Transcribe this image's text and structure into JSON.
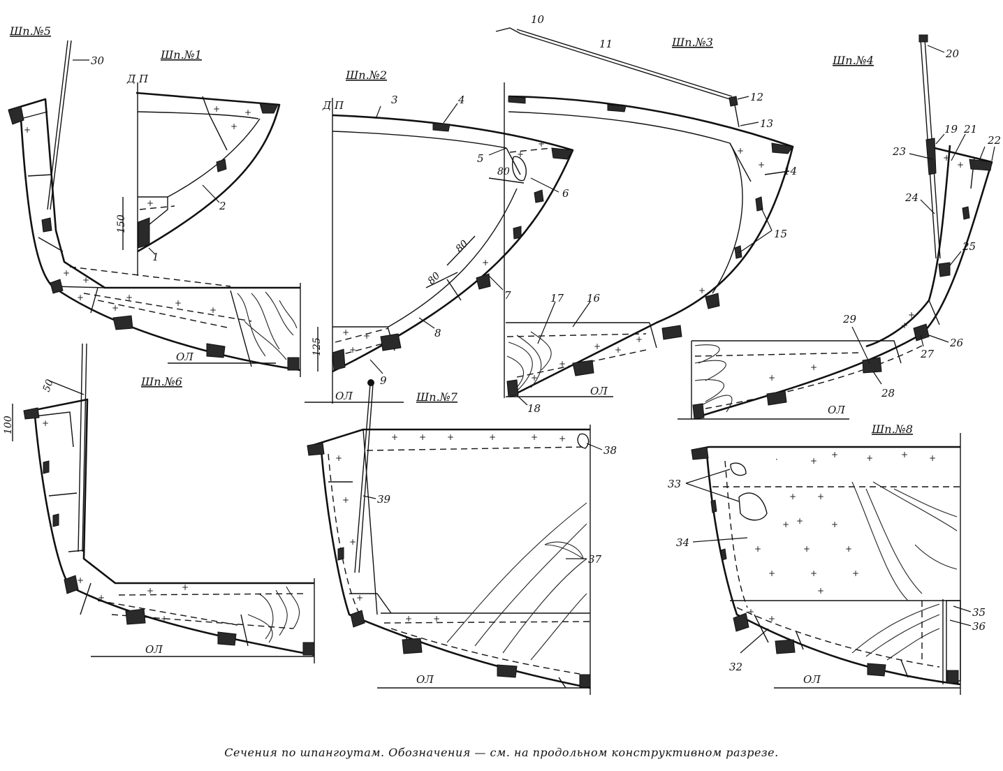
{
  "sections": {
    "s5": {
      "title": "Шп.№5",
      "ol": "ОЛ",
      "labels": [
        "30"
      ]
    },
    "s1": {
      "title": "Шп.№1",
      "dp": "Д П",
      "dim": "150",
      "labels": [
        "1",
        "2"
      ]
    },
    "s2": {
      "title": "Шп.№2",
      "dp": "Д П",
      "ol": "ОЛ",
      "dims": [
        "80",
        "80",
        "80",
        "125"
      ],
      "labels": [
        "3",
        "4",
        "5",
        "6",
        "7",
        "8",
        "9"
      ]
    },
    "s3": {
      "title": "Шп.№3",
      "ol": "ОЛ",
      "labels": [
        "10",
        "11",
        "12",
        "13",
        "14",
        "15",
        "16",
        "17",
        "18"
      ]
    },
    "s4": {
      "title": "Шп.№4",
      "ol": "ОЛ",
      "labels": [
        "19",
        "20",
        "21",
        "22",
        "23",
        "24",
        "25",
        "26",
        "27",
        "28",
        "29"
      ]
    },
    "s6": {
      "title": "Шп.№6",
      "ol": "ОЛ",
      "dims": [
        "50",
        "100"
      ]
    },
    "s7": {
      "title": "Шп.№7",
      "ol": "ОЛ",
      "labels": [
        "37",
        "38",
        "39"
      ]
    },
    "s8": {
      "title": "Шп.№8",
      "ol": "ОЛ",
      "labels": [
        "32",
        "33",
        "34",
        "35",
        "36"
      ]
    }
  },
  "caption": "Сечения по шпангоутам. Обозначения — см. на продольном конструктивном разрезе."
}
